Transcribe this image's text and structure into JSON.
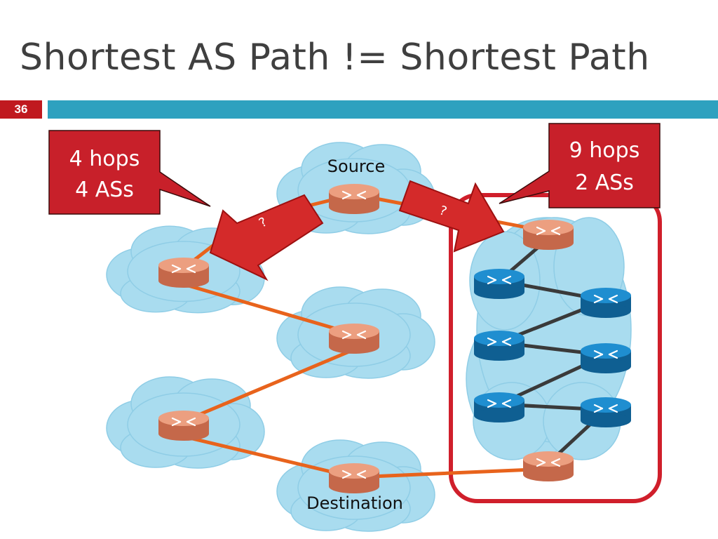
{
  "slide": {
    "title": "Shortest AS Path != Shortest Path",
    "number": "36"
  },
  "callouts": {
    "left": {
      "line1": "4 hops",
      "line2": "4 ASs"
    },
    "right": {
      "line1": "9 hops",
      "line2": "2 ASs"
    }
  },
  "labels": {
    "source": "Source",
    "destination": "Destination",
    "left_arrow": "?",
    "right_arrow": "?"
  },
  "colors": {
    "accent_red": "#c8202a",
    "band_blue": "#2ea1bf",
    "cloud": "#a9dcef",
    "orange_link": "#e8631c",
    "dark_link": "#3a3a3a",
    "router_orange": "#e2987a",
    "router_blue": "#1c86c4"
  }
}
